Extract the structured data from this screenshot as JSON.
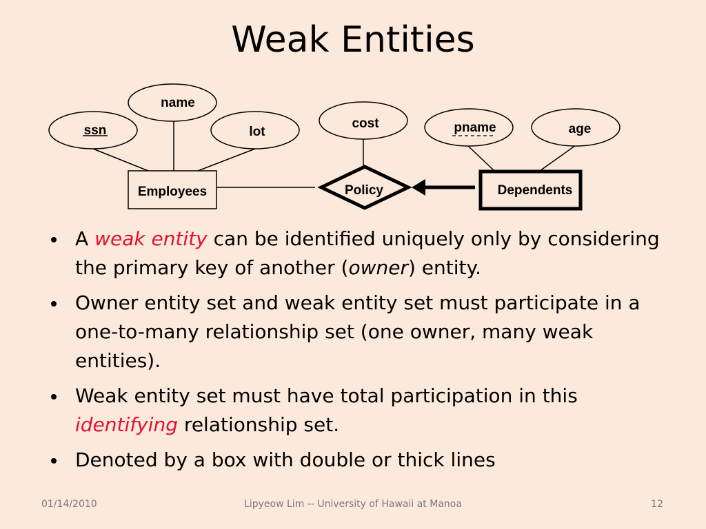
{
  "slide": {
    "title": "Weak Entities"
  },
  "diagram": {
    "attributes": {
      "name": "name",
      "ssn": "ssn",
      "lot": "lot",
      "cost": "cost",
      "pname": "pname",
      "age": "age"
    },
    "entities": {
      "employees": "Employees",
      "dependents": "Dependents"
    },
    "relationships": {
      "policy": "Policy"
    }
  },
  "bullets": [
    {
      "p1": "A ",
      "em1": "weak entity",
      "p2": " can be identified uniquely only by considering the primary key of another (",
      "em2": "owner",
      "p3": ") entity."
    },
    {
      "text": "Owner entity set and weak entity set must participate in a one-to-many relationship set (one owner, many weak entities)."
    },
    {
      "p1": "Weak entity set must have total participation in this ",
      "em1": "identifying",
      "p2": " relationship set."
    },
    {
      "text": "Denoted by a box with double or thick lines"
    }
  ],
  "footer": {
    "date": "01/14/2010",
    "author": "Lipyeow Lim -- University of Hawaii at Manoa",
    "page": "12"
  }
}
